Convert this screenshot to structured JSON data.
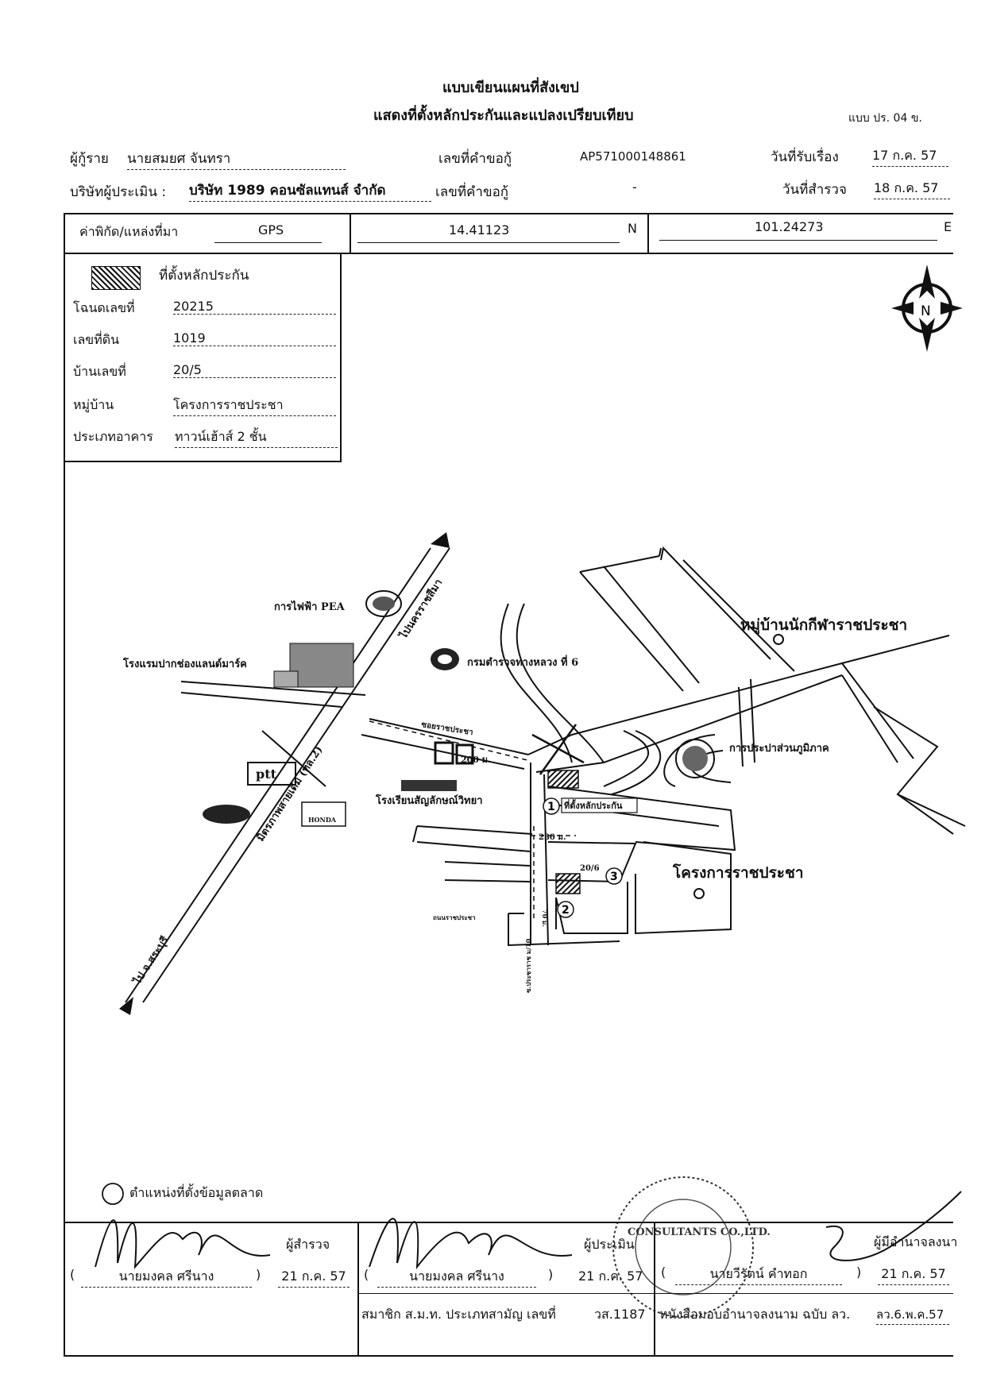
{
  "header": {
    "title1": "แบบเขียนแผนที่สังเขป",
    "title2": "แสดงที่ตั้งหลักประกันและแปลงเปรียบเทียบ",
    "form_code": "แบบ ปร. 04 ข."
  },
  "row1": {
    "borrower_label": "ผู้กู้ราย",
    "borrower": "นายสมยศ จันทรา",
    "loan_no_label": "เลขที่คำขอกู้",
    "loan_no": "AP571000148861",
    "received_label": "วันที่รับเรื่อง",
    "received": "17 ก.ค. 57"
  },
  "row2": {
    "appraiser_label": "บริษัทผู้ประเมิน :",
    "appraiser": "บริษัท 1989 คอนซัลแทนส์ จำกัด",
    "loan_no_label": "เลขที่คำขอกู้",
    "loan_no": "-",
    "survey_label": "วันที่สำรวจ",
    "survey": "18 ก.ค. 57"
  },
  "coords": {
    "label": "ค่าพิกัด/แหล่งที่มา",
    "source": "GPS",
    "lat": "14.41123",
    "lat_dir": "N",
    "lon": "101.24273",
    "lon_dir": "E"
  },
  "legend": {
    "collateral_label": "ที่ตั้งหลักประกัน",
    "rows": [
      {
        "label": "โฉนดเลขที่",
        "value": "20215"
      },
      {
        "label": "เลขที่ดิน",
        "value": "1019"
      },
      {
        "label": "บ้านเลขที่",
        "value": "20/5"
      },
      {
        "label": "หมู่บ้าน",
        "value": "โครงการราชประชา"
      },
      {
        "label": "ประเภทอาคาร",
        "value": "ทาวน์เฮ้าส์ 2 ชั้น"
      }
    ]
  },
  "compass": {
    "letter": "N"
  },
  "map": {
    "pea": "การไฟฟ้า PEA",
    "to_korat": "ไปนครราชสีมา",
    "hotel": "โรงแรมปากช่องแลนด์มาร์ค",
    "highway_police": "กรมตำรวจทางหลวง ที่ 6",
    "village_top": "หมู่บ้านนักกีฬาราชประชา",
    "soi": "ซอยราชประชา",
    "dist_200": "200 ม.",
    "water": "การประปาส่วนภูมิภาค",
    "ptt": "ptt",
    "highway": "มิตรภาพสายเดิม (ทล.2)",
    "school": "โรงเรียนสัญลักษณ์วิทยา",
    "honda": "HONDA",
    "collateral": "ที่ตั้งหลักประกัน",
    "dist_230": "230 ม.",
    "house_no": "20/6",
    "project": "โครงการราชประชา",
    "dist_70": "70 ม.",
    "road_rajpracha": "ถนนราชประชา",
    "soi_10": "ซ.ประชาราช ม/10",
    "to_saraburi": "ไป จ.สระบุรี",
    "n1": "1",
    "n2": "2",
    "n3": "3"
  },
  "market_note": "ตำแหน่งที่ตั้งข้อมูลตลาด",
  "signatures": {
    "surveyor_label": "ผู้สำรวจ",
    "surveyor_name": "นายมงคล ศรีนาง",
    "surveyor_date": "21 ก.ค. 57",
    "appraiser_label": "ผู้ประเมิน",
    "appraiser_name": "นายมงคล ศรีนาง",
    "appraiser_date": "21 ก.ค. 57",
    "member_label": "สมาชิก ส.ม.ท. ประเภทสามัญ เลขที่",
    "member_no": "วส.1187",
    "authorized_label": "ผู้มีอำนาจลงนา",
    "authorized_name": "นายวีรัตน์ คำทอก",
    "authorized_date": "21 ก.ค. 57",
    "power_label": "หนังสือมอบอำนาจลงนาม ฉบับ ลว.",
    "power_date": "ลว.6.พ.ค.57",
    "stamp_text": "CONSULTANTS CO.,LTD."
  }
}
